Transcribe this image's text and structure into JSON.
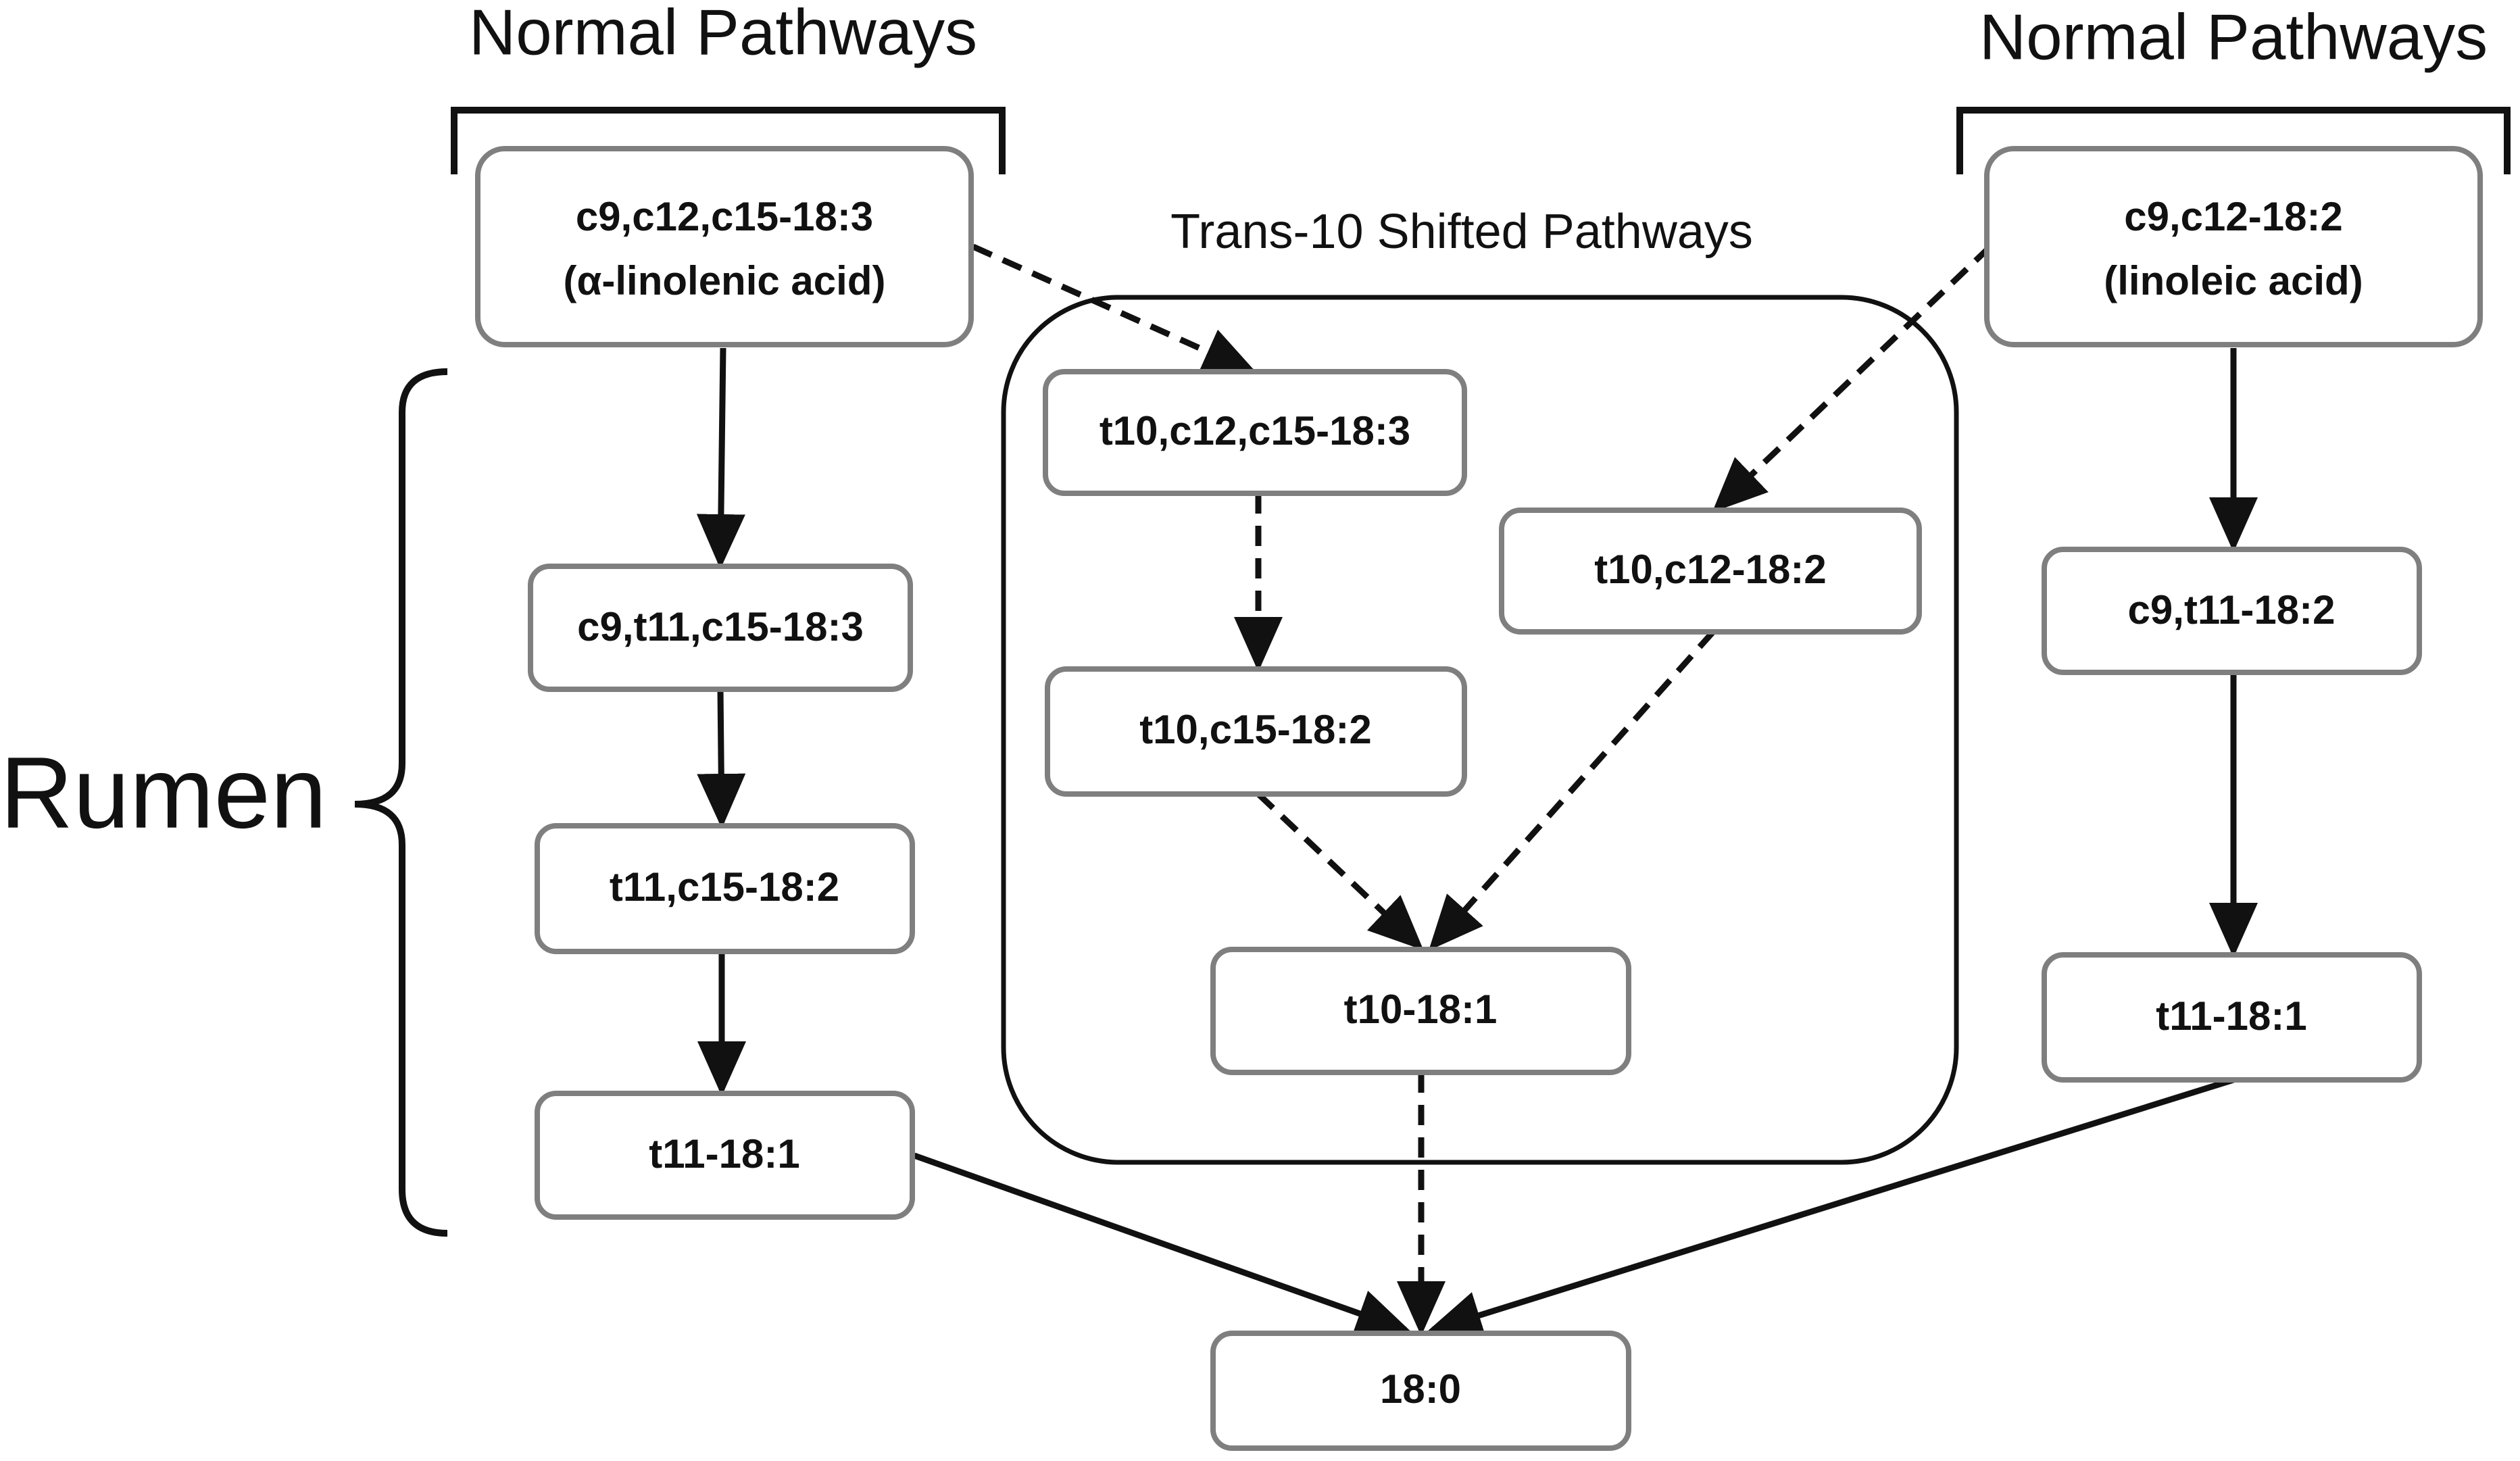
{
  "titles": {
    "normal_left": "Normal Pathways",
    "normal_right": "Normal Pathways",
    "trans10": "Trans-10 Shifted Pathways",
    "rumen": "Rumen"
  },
  "nodes": {
    "ala": {
      "line1": "c9,c12,c15-18:3",
      "line2": "(α-linolenic acid)"
    },
    "la": {
      "line1": "c9,c12-18:2",
      "line2": "(linoleic acid)"
    },
    "c9t11c15": {
      "label": "c9,t11,c15-18:3"
    },
    "t11c15": {
      "label": "t11,c15-18:2"
    },
    "t11_left": {
      "label": "t11-18:1"
    },
    "t10c12c15": {
      "label": "t10,c12,c15-18:3"
    },
    "t10c15": {
      "label": "t10,c15-18:2"
    },
    "t10c12": {
      "label": "t10,c12-18:2"
    },
    "t10": {
      "label": "t10-18:1"
    },
    "c9t11": {
      "label": "c9,t11-18:2"
    },
    "t11_right": {
      "label": "t11-18:1"
    },
    "stearic": {
      "label": "18:0"
    }
  }
}
